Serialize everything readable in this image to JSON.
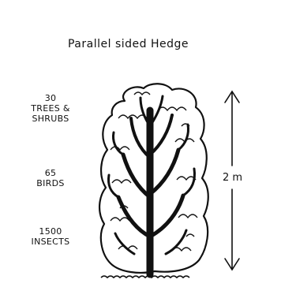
{
  "title": "Parallel sided Hedge",
  "stats": [
    {
      "number": "30",
      "label": "TREES & SHRUBS"
    },
    {
      "number": "65",
      "label": "BIRDS"
    },
    {
      "number": "1500",
      "label": "INSECTS"
    }
  ],
  "height_label": "2 m",
  "colors": {
    "ink": "#111111",
    "background": "#ffffff"
  },
  "icons": [
    "hedge-drawing",
    "height-arrow"
  ]
}
